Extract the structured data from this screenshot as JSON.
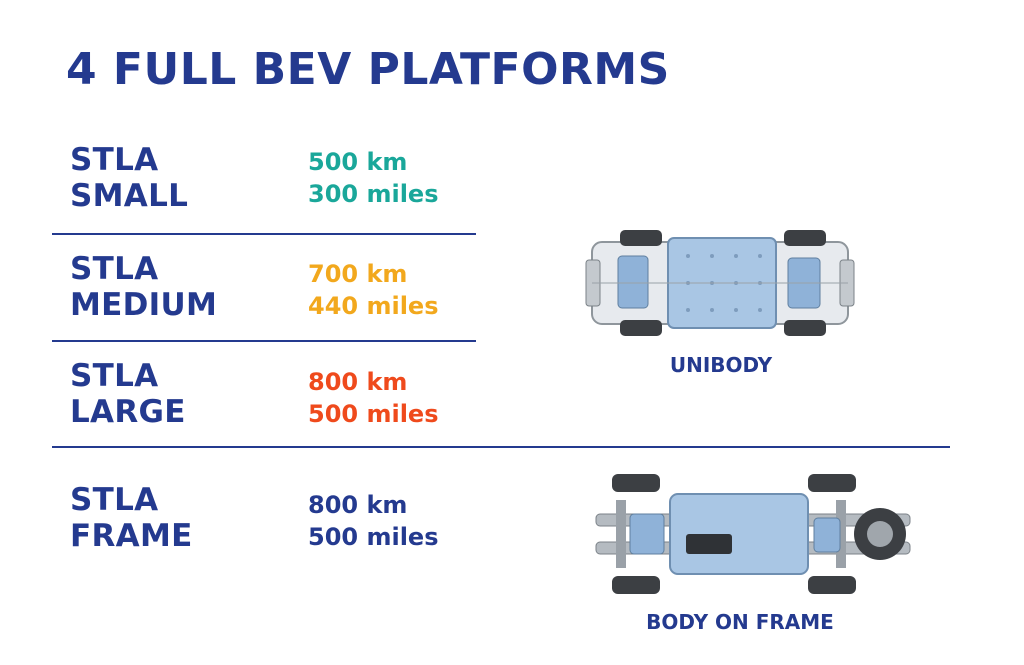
{
  "title": "4 FULL BEV PLATFORMS",
  "platforms": [
    {
      "name_line1": "STLA",
      "name_line2": "SMALL",
      "km": "500 km",
      "miles": "300 miles",
      "color": "#1aa79a"
    },
    {
      "name_line1": "STLA",
      "name_line2": "MEDIUM",
      "km": "700 km",
      "miles": "440 miles",
      "color": "#f2a81d"
    },
    {
      "name_line1": "STLA",
      "name_line2": "LARGE",
      "km": "800 km",
      "miles": "500 miles",
      "color": "#ef4a1c"
    },
    {
      "name_line1": "STLA",
      "name_line2": "FRAME",
      "km": "800 km",
      "miles": "500 miles",
      "color": "#243a8f"
    }
  ],
  "images": [
    {
      "caption": "UNIBODY",
      "icon": "unibody-chassis-icon"
    },
    {
      "caption": "BODY ON FRAME",
      "icon": "body-on-frame-chassis-icon"
    }
  ],
  "colors": {
    "brand": "#243a8f",
    "battery": "#a9c6e4",
    "frame": "#8f969c"
  }
}
